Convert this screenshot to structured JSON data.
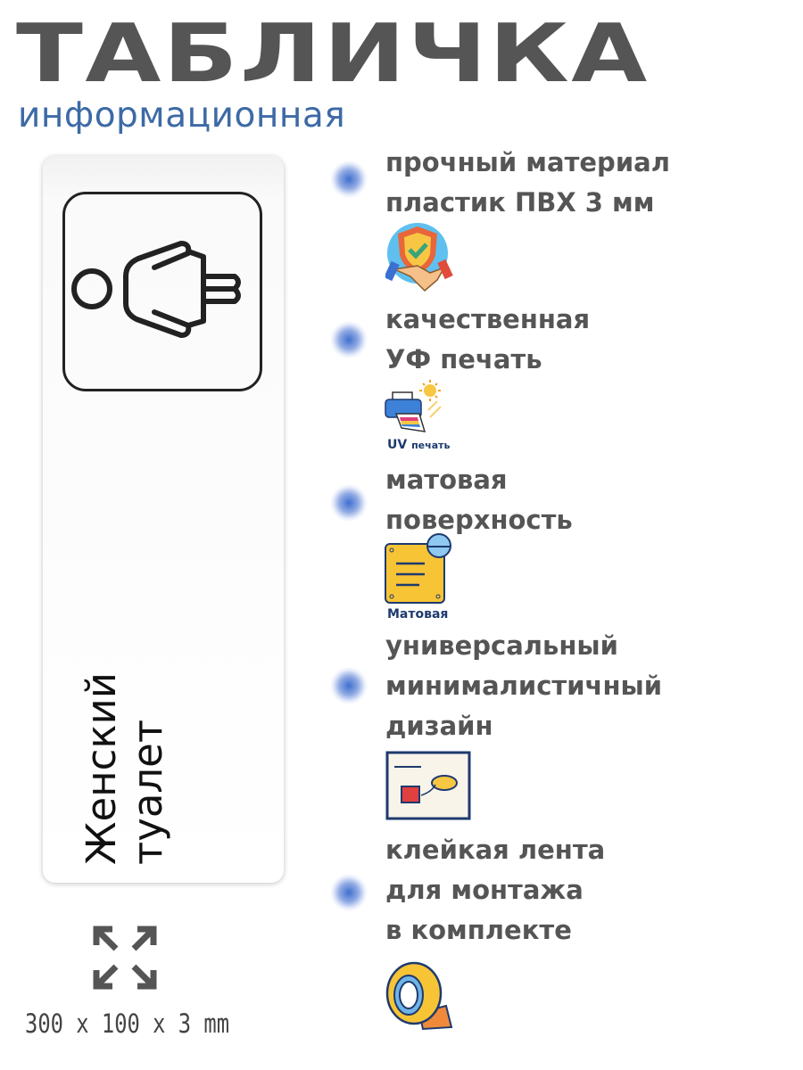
{
  "header": {
    "title": "ТАБЛИЧКА",
    "subtitle": "информационная"
  },
  "sign": {
    "icon": "female-restroom-pictogram",
    "line1": "Женский",
    "line2": "туалет"
  },
  "dimensions": {
    "icon": "resize-arrows-icon",
    "text": "300 x 100 x 3 mm"
  },
  "features": [
    {
      "lines": [
        "прочный материал",
        "пластик ПВХ 3 мм"
      ],
      "icon": "shield-handshake-icon"
    },
    {
      "lines": [
        "качественная",
        "УФ печать"
      ],
      "icon": "uv-printer-icon",
      "caption_bold": "UV",
      "caption": "печать"
    },
    {
      "lines": [
        "матовая",
        "поверхность"
      ],
      "icon": "matte-panel-icon",
      "caption": "Матовая"
    },
    {
      "lines": [
        "универсальный",
        "минималистичный",
        "дизайн"
      ],
      "icon": "design-card-icon"
    },
    {
      "lines": [
        "клейкая лента",
        "для монтажа",
        "в комплекте"
      ],
      "icon": "tape-roll-icon"
    }
  ],
  "colors": {
    "title": "#555555",
    "subtitle": "#3d6aa6",
    "bullet": "#3f6fcf"
  }
}
